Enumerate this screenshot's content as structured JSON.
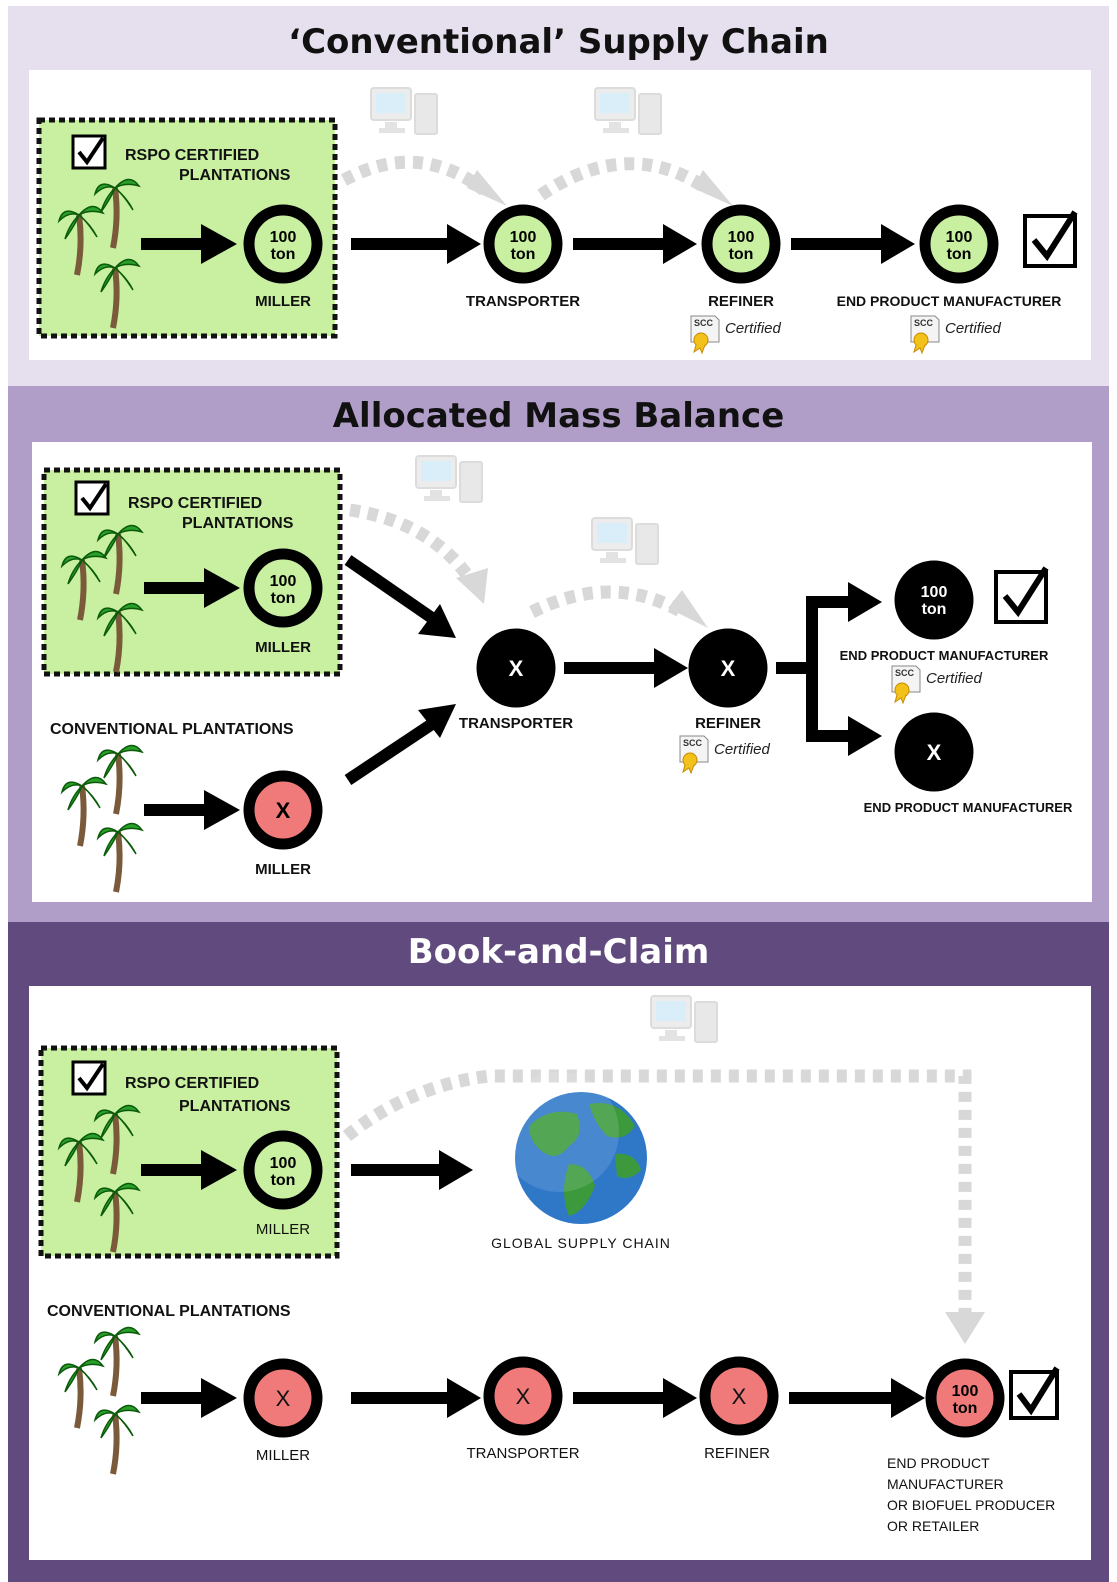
{
  "colors": {
    "band1": "#e6dfed",
    "band2": "#b09ec8",
    "band3": "#604a7e",
    "title_dark": "#111111",
    "title_light": "#ffffff",
    "certified_green": "#c8f0a0",
    "conventional_red": "#f07a7a",
    "arrow": "#000000",
    "info_flow": "#d8d8d8"
  },
  "icons": [
    "checkbox-checked-icon",
    "palm-tree-icon",
    "computer-icon",
    "scc-certificate-icon",
    "globe-icon"
  ],
  "sections": [
    {
      "title": "‘Conventional’ Supply Chain",
      "certified_label": [
        "RSPO CERTIFIED",
        "PLANTATIONS"
      ],
      "nodes": [
        {
          "value": [
            "100",
            "ton"
          ],
          "label": "MILLER"
        },
        {
          "value": [
            "100",
            "ton"
          ],
          "label": "TRANSPORTER"
        },
        {
          "value": [
            "100",
            "ton"
          ],
          "label": "REFINER",
          "cert": "SCC",
          "cert_label": "Certified"
        },
        {
          "value": [
            "100",
            "ton"
          ],
          "label": "END PRODUCT MANUFACTURER",
          "cert": "SCC",
          "cert_label": "Certified"
        }
      ]
    },
    {
      "title": "Allocated Mass Balance",
      "certified_label": [
        "RSPO CERTIFIED",
        "PLANTATIONS"
      ],
      "conventional_label": "CONVENTIONAL PLANTATIONS",
      "nodes": [
        {
          "value": [
            "100",
            "ton"
          ],
          "label": "MILLER"
        },
        {
          "value": "X",
          "label": "MILLER"
        },
        {
          "value": "X",
          "label": "TRANSPORTER"
        },
        {
          "value": "X",
          "label": "REFINER",
          "cert": "SCC",
          "cert_label": "Certified"
        },
        {
          "value": [
            "100",
            "ton"
          ],
          "label": "END PRODUCT MANUFACTURER",
          "cert": "SCC",
          "cert_label": "Certified"
        },
        {
          "value": "X",
          "label": "END PRODUCT MANUFACTURER"
        }
      ]
    },
    {
      "title": "Book-and-Claim",
      "certified_label": [
        "RSPO CERTIFIED",
        "PLANTATIONS"
      ],
      "conventional_label": "CONVENTIONAL PLANTATIONS",
      "global_label": "GLOBAL SUPPLY CHAIN",
      "nodes": [
        {
          "value": [
            "100",
            "ton"
          ],
          "label": "MILLER"
        },
        {
          "value": "X",
          "label": "MILLER"
        },
        {
          "value": "X",
          "label": "TRANSPORTER"
        },
        {
          "value": "X",
          "label": "REFINER"
        },
        {
          "value": [
            "100",
            "ton"
          ],
          "label": [
            "END PRODUCT",
            "MANUFACTURER",
            "OR BIOFUEL PRODUCER",
            "OR RETAILER"
          ]
        }
      ]
    }
  ]
}
